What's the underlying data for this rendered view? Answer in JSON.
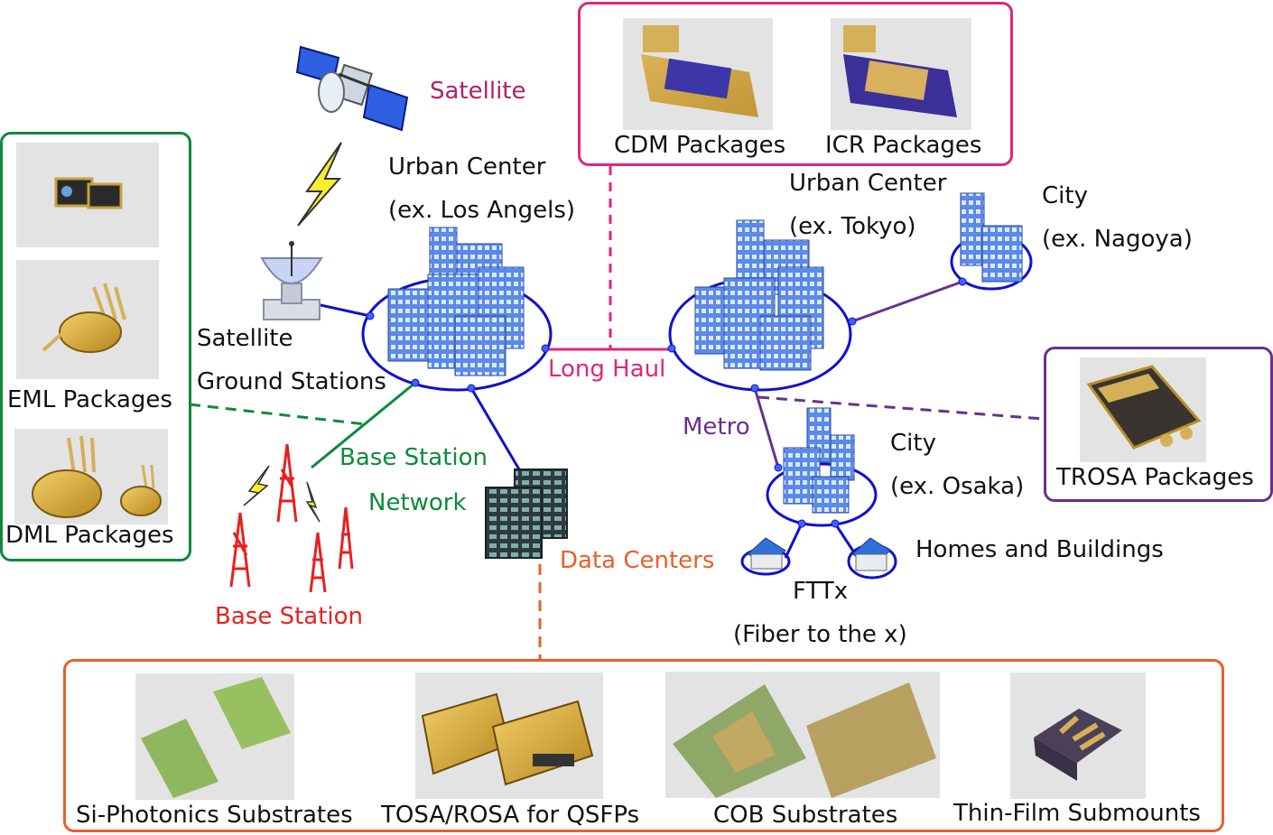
{
  "colors": {
    "dark_blue": "#1010d0",
    "green": "#0c8a3a",
    "pink": "#e0267a",
    "purple": "#6a2f8f",
    "orange": "#e8602a",
    "red": "#e8201e",
    "satellite_label": "#b0206a"
  },
  "labels": {
    "satellite": "Satellite",
    "urban_la_1": "Urban Center",
    "urban_la_2": "(ex. Los Angels)",
    "satellite_gs_1": "Satellite",
    "satellite_gs_2": "Ground Stations",
    "long_haul": "Long Haul",
    "urban_tokyo_1": "Urban Center",
    "urban_tokyo_2": "(ex. Tokyo)",
    "city_nagoya_1": "City",
    "city_nagoya_2": "(ex. Nagoya)",
    "metro": "Metro",
    "city_osaka_1": "City",
    "city_osaka_2": "(ex. Osaka)",
    "base_station_network_1": "Base Station",
    "base_station_network_2": "Network",
    "base_station": "Base Station",
    "data_centers": "Data Centers",
    "homes_buildings": "Homes and Buildings",
    "fttx_1": "FTTx",
    "fttx_2": "(Fiber to the x)"
  },
  "packages": {
    "cdm": "CDM Packages",
    "icr": "ICR Packages",
    "eml": "EML Packages",
    "dml": "DML Packages",
    "trosa": "TROSA Packages",
    "si_photonics": "Si-Photonics Substrates",
    "tosa_rosa": "TOSA/ROSA for QSFPs",
    "cob": "COB Substrates",
    "thin_film": "Thin-Film Submounts"
  },
  "icons": {
    "satellite": "satellite-icon",
    "dish": "satellite-dish-icon",
    "lightning": "lightning-icon",
    "city": "city-buildings-icon",
    "tower": "radio-tower-icon",
    "server": "server-rack-icon",
    "house": "house-icon"
  }
}
